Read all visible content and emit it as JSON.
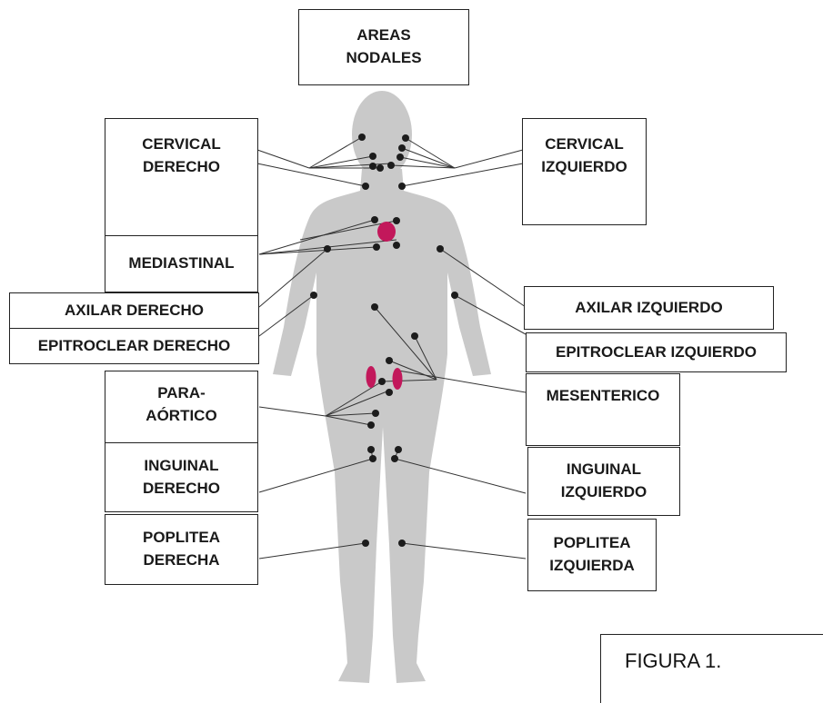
{
  "title": [
    "AREAS",
    "NODALES"
  ],
  "labels": {
    "cervical_derecho": [
      "CERVICAL",
      "DERECHO"
    ],
    "cervical_izquierdo": [
      "CERVICAL",
      "IZQUIERDO"
    ],
    "mediastinal": [
      "MEDIASTINAL"
    ],
    "axilar_derecho": [
      "AXILAR DERECHO"
    ],
    "epitroclear_derecho": [
      "EPITROCLEAR DERECHO"
    ],
    "axilar_izquierdo": [
      "AXILAR IZQUIERDO"
    ],
    "epitroclear_izquierdo": [
      "EPITROCLEAR IZQUIERDO"
    ],
    "para_aortico": [
      "PARA-",
      "AÓRTICO"
    ],
    "mesenterico": [
      "MESENTERICO"
    ],
    "inguinal_derecho": [
      "INGUINAL",
      "DERECHO"
    ],
    "inguinal_izquierdo": [
      "INGUINAL",
      "IZQUIERDO"
    ],
    "poplitea_derecha": [
      "POPLITEA",
      "DERECHA"
    ],
    "poplitea_izquierda": [
      "POPLITEA",
      "IZQUIERDA"
    ]
  },
  "figure_caption": "FIGURA 1.",
  "colors": {
    "body_silhouette": "#c9c9c9",
    "node_dot": "#1c1c1c",
    "organ": "#c2185b",
    "line": "#333333",
    "border": "#222222"
  }
}
